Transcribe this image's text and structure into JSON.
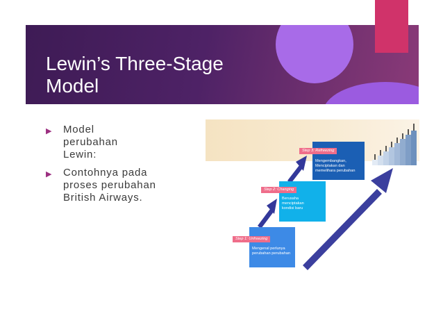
{
  "slide": {
    "title": "Lewin’s Three-Stage\nModel",
    "bullets": [
      {
        "text": "Model\nperubahan\nLewin:"
      },
      {
        "text": "Contohnya pada\nproses perubahan\nBritish  Airways."
      }
    ]
  },
  "diagram": {
    "stages": [
      {
        "label": "Step 1: Unfreezing",
        "text": "Mengenal perlunya perubahan perubahan"
      },
      {
        "label": "Step 2: Changing",
        "text": "Berusaha menciptakan kondisi baru"
      },
      {
        "label": "Step 3: Refreezing",
        "text": "Mengembangkan, Menciptakan dan memelihara perubahan"
      }
    ]
  },
  "colors": {
    "title_band": "#4e2266",
    "accent_circle": "#a86be8",
    "pink_tab": "#d0336a",
    "bullet_marker": "#9c2f80",
    "arrow": "#3b3f9e"
  }
}
